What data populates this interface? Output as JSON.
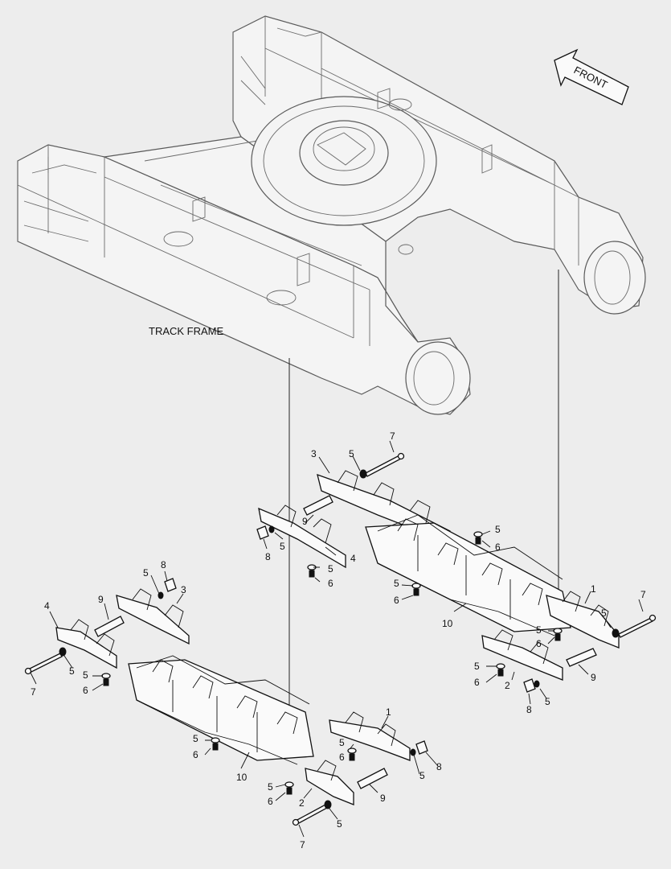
{
  "diagram": {
    "front_arrow_text": "FRONT",
    "track_frame_label": "TRACK FRAME"
  },
  "callouts": [
    {
      "id": "c7a",
      "text": "7"
    },
    {
      "id": "c3a",
      "text": "3"
    },
    {
      "id": "c5a",
      "text": "5"
    },
    {
      "id": "c9a",
      "text": "9"
    },
    {
      "id": "c5b",
      "text": "5"
    },
    {
      "id": "c8a",
      "text": "8"
    },
    {
      "id": "c4a",
      "text": "4"
    },
    {
      "id": "c5c",
      "text": "5"
    },
    {
      "id": "c6a",
      "text": "6"
    },
    {
      "id": "c5d",
      "text": "5"
    },
    {
      "id": "c6b",
      "text": "6"
    },
    {
      "id": "c5e",
      "text": "5"
    },
    {
      "id": "c6c",
      "text": "6"
    },
    {
      "id": "c10a",
      "text": "10"
    },
    {
      "id": "c1a",
      "text": "1"
    },
    {
      "id": "c7b",
      "text": "7"
    },
    {
      "id": "c5f",
      "text": "5"
    },
    {
      "id": "c5g",
      "text": "5"
    },
    {
      "id": "c6d",
      "text": "6"
    },
    {
      "id": "c5h",
      "text": "5"
    },
    {
      "id": "c6e",
      "text": "6"
    },
    {
      "id": "c2a",
      "text": "2"
    },
    {
      "id": "c9b",
      "text": "9"
    },
    {
      "id": "c8b",
      "text": "8"
    },
    {
      "id": "c5i",
      "text": "5"
    },
    {
      "id": "c8c",
      "text": "8"
    },
    {
      "id": "c5j",
      "text": "5"
    },
    {
      "id": "c3b",
      "text": "3"
    },
    {
      "id": "c9c",
      "text": "9"
    },
    {
      "id": "c4b",
      "text": "4"
    },
    {
      "id": "c5k",
      "text": "5"
    },
    {
      "id": "c7c",
      "text": "7"
    },
    {
      "id": "c5l",
      "text": "5"
    },
    {
      "id": "c6f",
      "text": "6"
    },
    {
      "id": "c5m",
      "text": "5"
    },
    {
      "id": "c6g",
      "text": "6"
    },
    {
      "id": "c10b",
      "text": "10"
    },
    {
      "id": "c1b",
      "text": "1"
    },
    {
      "id": "c5n",
      "text": "5"
    },
    {
      "id": "c6h",
      "text": "6"
    },
    {
      "id": "c8d",
      "text": "8"
    },
    {
      "id": "c5o",
      "text": "5"
    },
    {
      "id": "c5p",
      "text": "5"
    },
    {
      "id": "c6i",
      "text": "6"
    },
    {
      "id": "c2b",
      "text": "2"
    },
    {
      "id": "c9d",
      "text": "9"
    },
    {
      "id": "c5q",
      "text": "5"
    },
    {
      "id": "c7d",
      "text": "7"
    }
  ]
}
